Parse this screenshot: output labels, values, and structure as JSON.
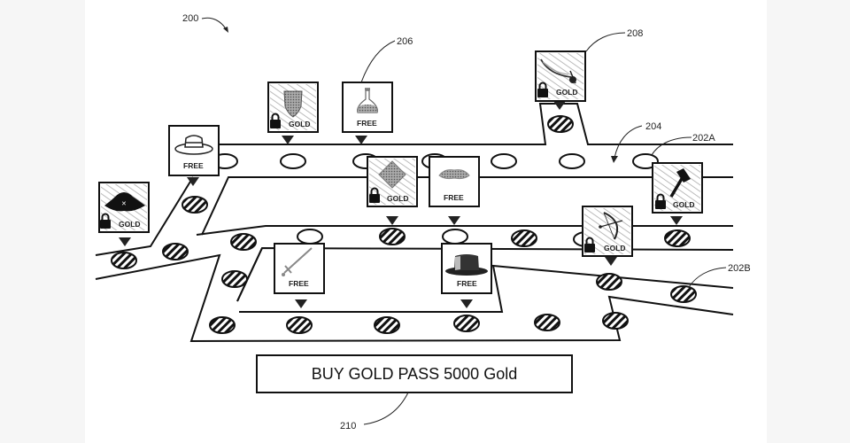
{
  "figure": {
    "reference_labels": {
      "figure": "200",
      "track_upper": "202A",
      "track_lower": "202B",
      "progress_marker": "204",
      "reward_item": "206",
      "locked_reward": "208",
      "buy_pass": "210"
    }
  },
  "badges": {
    "free": "FREE",
    "gold": "GOLD"
  },
  "rewards": [
    {
      "id": "pirate-hat",
      "icon": "pirate-hat-icon",
      "tier": "gold",
      "locked": true
    },
    {
      "id": "straw-hat",
      "icon": "straw-hat-icon",
      "tier": "free",
      "locked": false
    },
    {
      "id": "shield",
      "icon": "shield-icon",
      "tier": "gold",
      "locked": true
    },
    {
      "id": "potion",
      "icon": "potion-flask-icon",
      "tier": "free",
      "locked": false
    },
    {
      "id": "gem",
      "icon": "gem-icon",
      "tier": "gold",
      "locked": true
    },
    {
      "id": "wig",
      "icon": "wig-icon",
      "tier": "free",
      "locked": false
    },
    {
      "id": "scimitar",
      "icon": "scimitar-icon",
      "tier": "gold",
      "locked": true
    },
    {
      "id": "hammer",
      "icon": "hammer-icon",
      "tier": "gold",
      "locked": true
    },
    {
      "id": "sword",
      "icon": "sword-icon",
      "tier": "free",
      "locked": false
    },
    {
      "id": "top-hat",
      "icon": "top-hat-icon",
      "tier": "free",
      "locked": false
    },
    {
      "id": "bow",
      "icon": "bow-and-arrow-icon",
      "tier": "gold",
      "locked": true
    }
  ],
  "buy_button": {
    "label": "BUY GOLD PASS  5000 Gold",
    "price": 5000,
    "currency": "Gold"
  }
}
